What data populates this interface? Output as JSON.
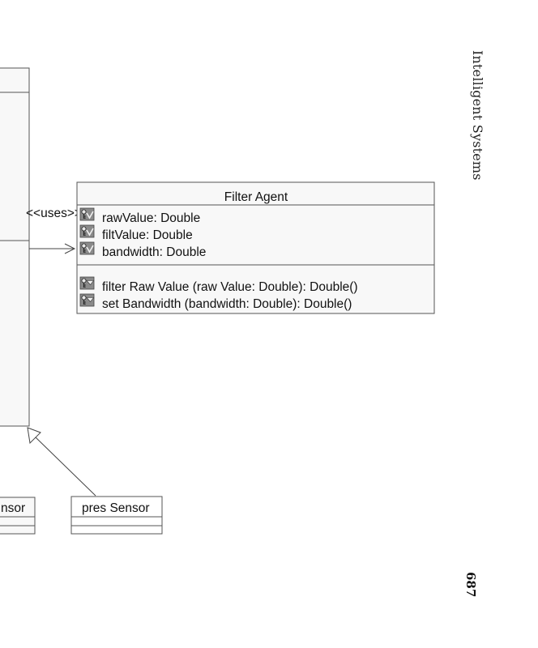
{
  "running_head": "Intelligent Systems",
  "page_number": "687",
  "filter_agent": {
    "title": "Filter Agent",
    "attributes": [
      {
        "text": "rawValue: Double",
        "icon": "attribute-key-icon"
      },
      {
        "text": "filtValue: Double",
        "icon": "attribute-key-icon"
      },
      {
        "text": "bandwidth: Double",
        "icon": "attribute-key-icon"
      }
    ],
    "operations": [
      {
        "text": "filter Raw Value (raw Value: Double): Double()",
        "icon": "operation-key-icon"
      },
      {
        "text": "set Bandwidth (bandwidth: Double): Double()",
        "icon": "operation-key-icon"
      }
    ]
  },
  "uses_label": "<<uses>>",
  "sensors": {
    "left_partial_label": "nsor",
    "pres_sensor_label": "pres Sensor"
  }
}
